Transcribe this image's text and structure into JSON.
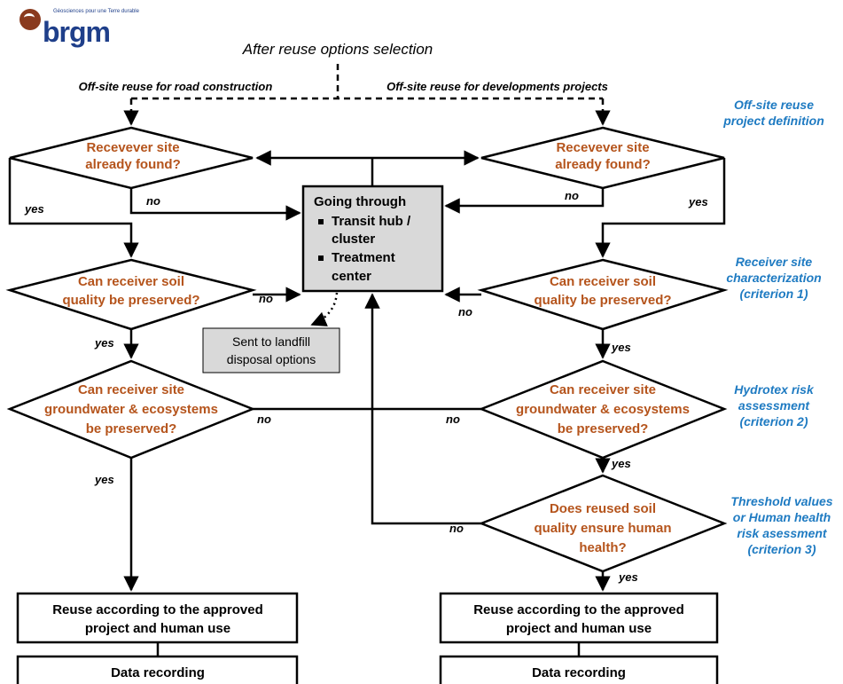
{
  "logo": {
    "name": "brgm",
    "tagline": "Géosciences pour une Terre durable"
  },
  "header": {
    "title": "After reuse options selection"
  },
  "branches": {
    "left": "Off-site reuse for road construction",
    "right": "Off-site reuse for developments projects"
  },
  "phases": [
    [
      "Off-site reuse",
      "project definition"
    ],
    [
      "Receiver site",
      "characterization",
      "(criterion 1)"
    ],
    [
      "Hydrotex  risk",
      "assessment",
      "(criterion 2)"
    ],
    [
      "Threshold values",
      "or Human health",
      "risk asessment",
      "(criterion 3)"
    ]
  ],
  "decisions": {
    "site_found": [
      "Recevever site",
      "already found?"
    ],
    "soil_quality": [
      "Can receiver soil",
      "quality be preserved?"
    ],
    "groundwater": [
      "Can receiver site",
      "groundwater & ecosystems",
      "be preserved?"
    ],
    "human_health": [
      "Does reused soil",
      "quality ensure human",
      "health?"
    ]
  },
  "hub": {
    "title": "Going through",
    "bullets": [
      [
        "Transit hub /",
        "cluster"
      ],
      [
        "Treatment",
        "center"
      ]
    ]
  },
  "landfill": [
    "Sent to landfill",
    "disposal options"
  ],
  "outcomes": {
    "reuse": [
      "Reuse according to the approved",
      "project and human use"
    ],
    "record": "Data recording"
  },
  "labels": {
    "yes": "yes",
    "no": "no"
  },
  "colors": {
    "decision_text": "#b5541c",
    "phase_text": "#1f7bc2",
    "box_fill": "#d9d9d9"
  }
}
